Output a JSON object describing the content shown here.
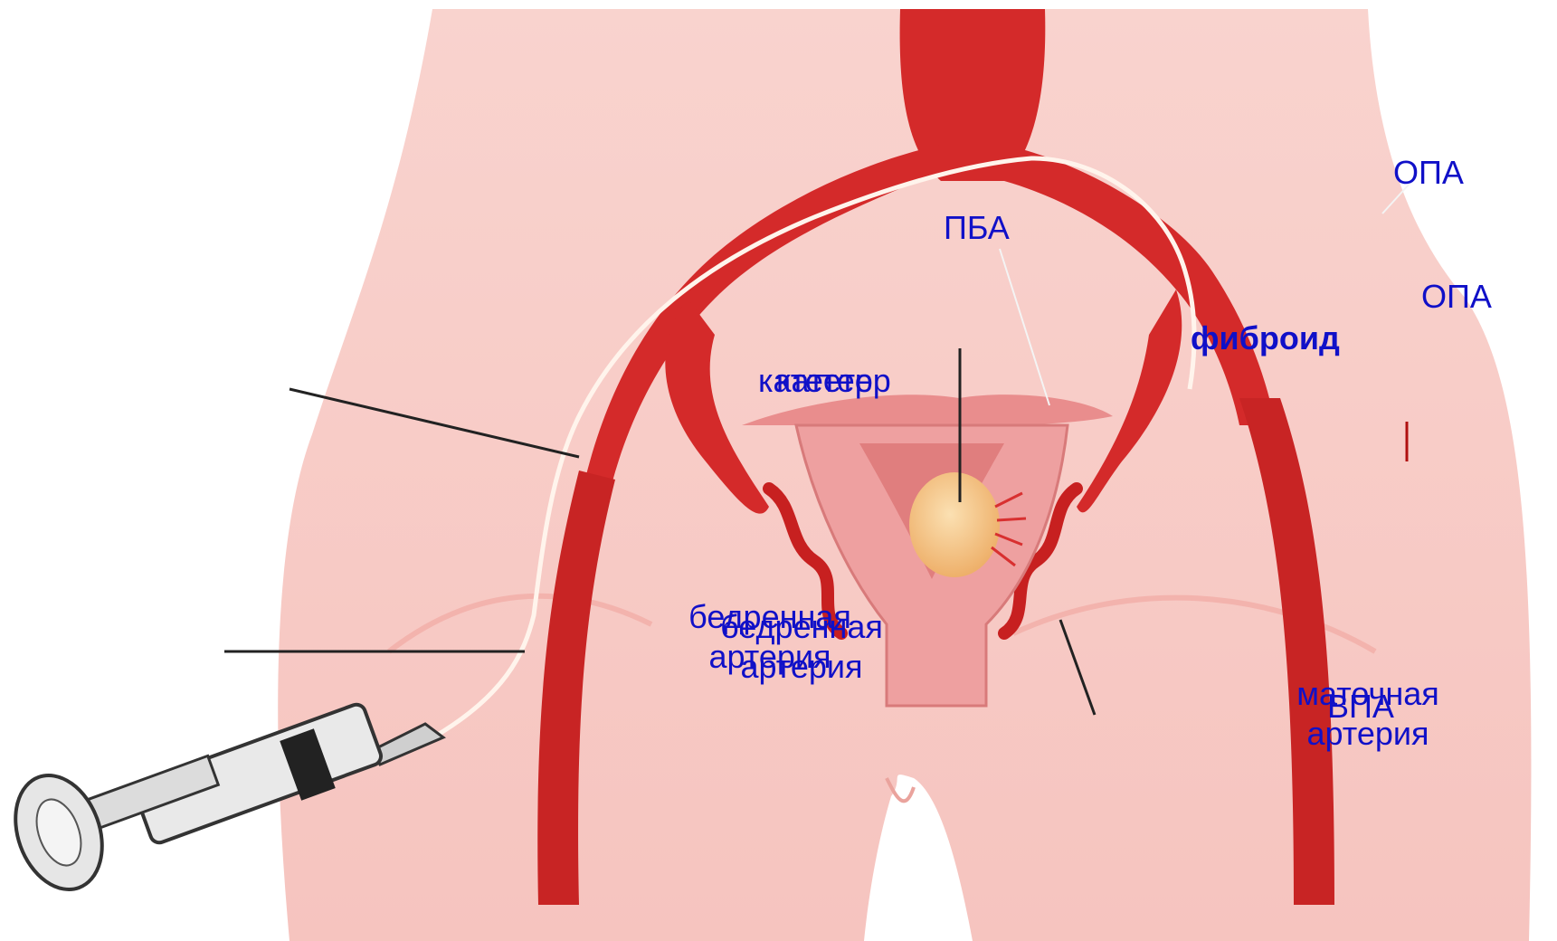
{
  "colors": {
    "label": "#1010c8",
    "skin": "#f7c8c4",
    "artery": "#d42a2a",
    "uterus": "#e98d8d",
    "fibroid": "#f4c27f"
  },
  "icons": [
    "syringe-icon"
  ],
  "labels": {
    "opa_top": "ОПА",
    "pba": "ПБА",
    "opa_right": "ОПА",
    "fibroid": "фиброид",
    "cateter_a": "катетер",
    "cateter_b": "катетер",
    "femoral_a": "бедренная\nартерия",
    "femoral_b": "бедренная\nартерия",
    "uterine_artery": "маточная\nартерия",
    "vpa": "ВПА"
  }
}
